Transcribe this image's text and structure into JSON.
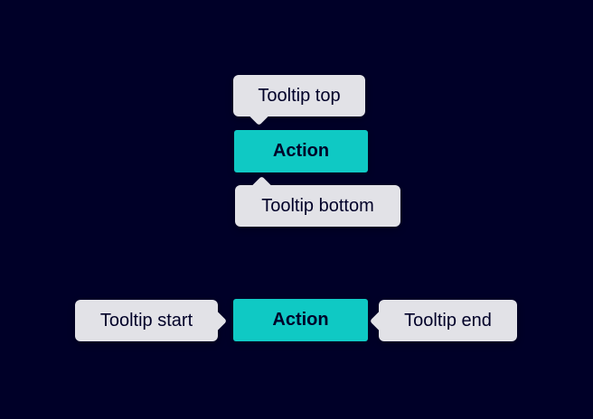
{
  "colors": {
    "background": "#000028",
    "tooltip_bg": "#e2e2e7",
    "action_bg": "#0fc9c4",
    "text_on_tooltip": "#000028",
    "text_on_action": "#000028"
  },
  "top_group": {
    "tooltip_top_label": "Tooltip top",
    "action_label": "Action",
    "tooltip_bottom_label": "Tooltip bottom"
  },
  "bottom_group": {
    "tooltip_start_label": "Tooltip start",
    "action_label": "Action",
    "tooltip_end_label": "Tooltip end"
  }
}
